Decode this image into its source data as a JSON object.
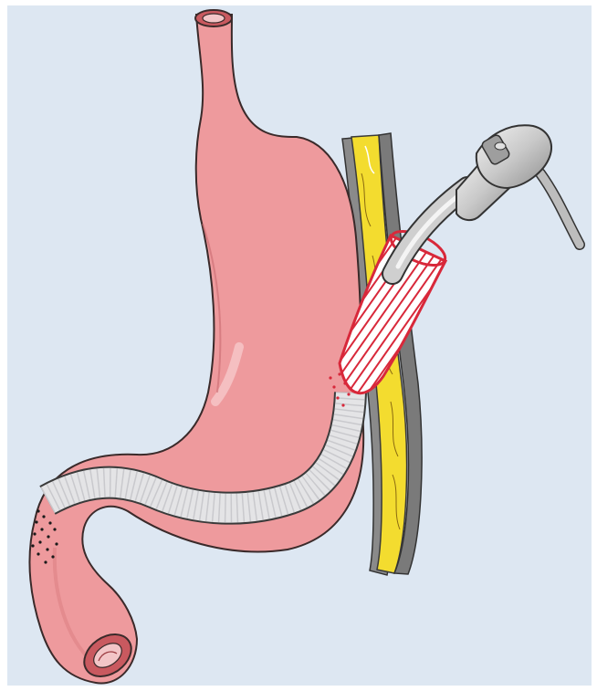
{
  "figure": {
    "type": "medical-illustration",
    "subject": "stomach-with-transmural-stent-and-endoscope"
  },
  "colors": {
    "background": "#dde7f2",
    "frame": "#ffffff",
    "stomach_fill": "#ee9a9d",
    "stomach_stroke": "#3a2a2a",
    "stent_band": "#e4e4e6",
    "wall_fat": "#f3dc2f",
    "wall_gray": "#8a8a8a",
    "prosthesis_red": "#d8283a",
    "endoscope_gray": "#c8c8c8"
  },
  "icons": [
    "esophagus-opening",
    "duodenum-opening",
    "gastric-wall",
    "endoscope-head",
    "cutting-sleeve"
  ]
}
